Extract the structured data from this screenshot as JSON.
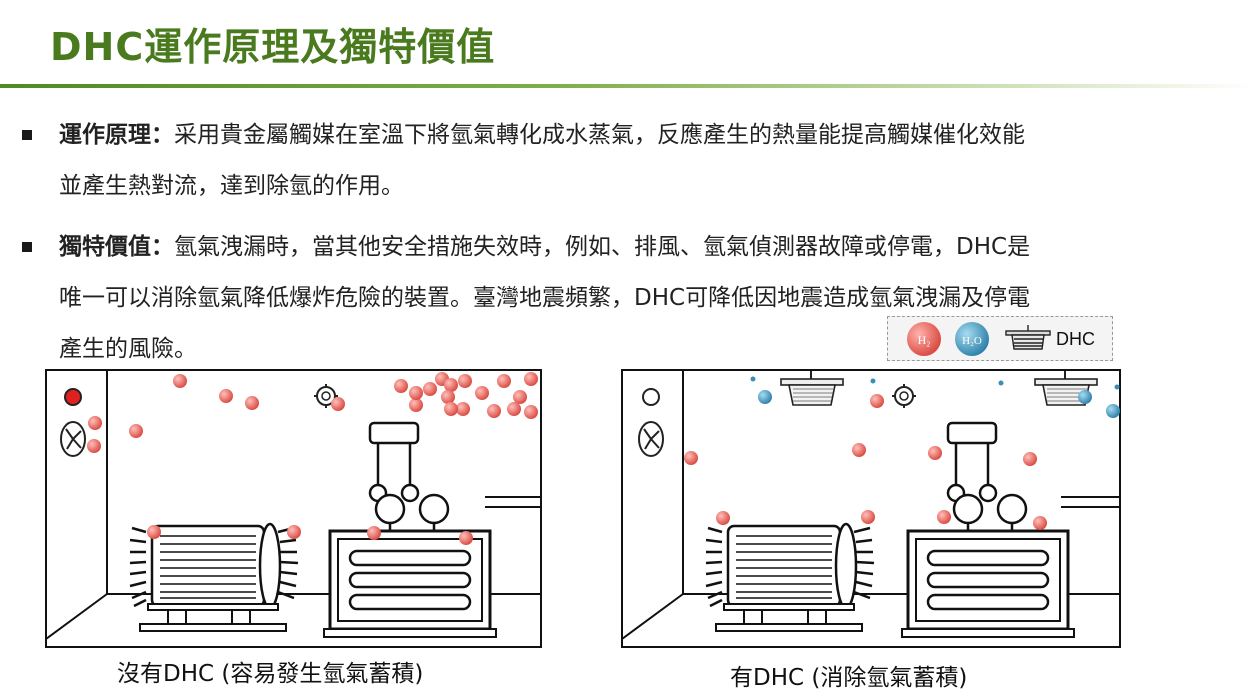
{
  "title": "DHC運作原理及獨特價值",
  "bullets": [
    {
      "lead": "運作原理：",
      "line1": "采用貴金屬觸媒在室溫下將氫氣轉化成水蒸氣，反應產生的熱量能提高觸媒催化效能",
      "line2": "並產生熱對流，達到除氫的作用。",
      "line3": ""
    },
    {
      "lead": "獨特價值：",
      "line1": "氫氣洩漏時，當其他安全措施失效時，例如、排風、氫氣偵測器故障或停電，DHC是",
      "line2": "唯一可以消除氫氣降低爆炸危險的裝置。臺灣地震頻繁，DHC可降低因地震造成氫氣洩漏及停電",
      "line3": "產生的風險。"
    }
  ],
  "legend": {
    "h2": "H₂",
    "h2o": "H₂O",
    "dhc": "DHC"
  },
  "scenes": {
    "left_caption": "沒有DHC (容易發生氫氣蓄積)",
    "right_caption": "有DHC (消除氫氣蓄積)"
  },
  "colors": {
    "title": "#4a7a1e",
    "h2": "#e0574f",
    "h2o": "#3a8fb5",
    "alarm_on": "#e02020"
  }
}
